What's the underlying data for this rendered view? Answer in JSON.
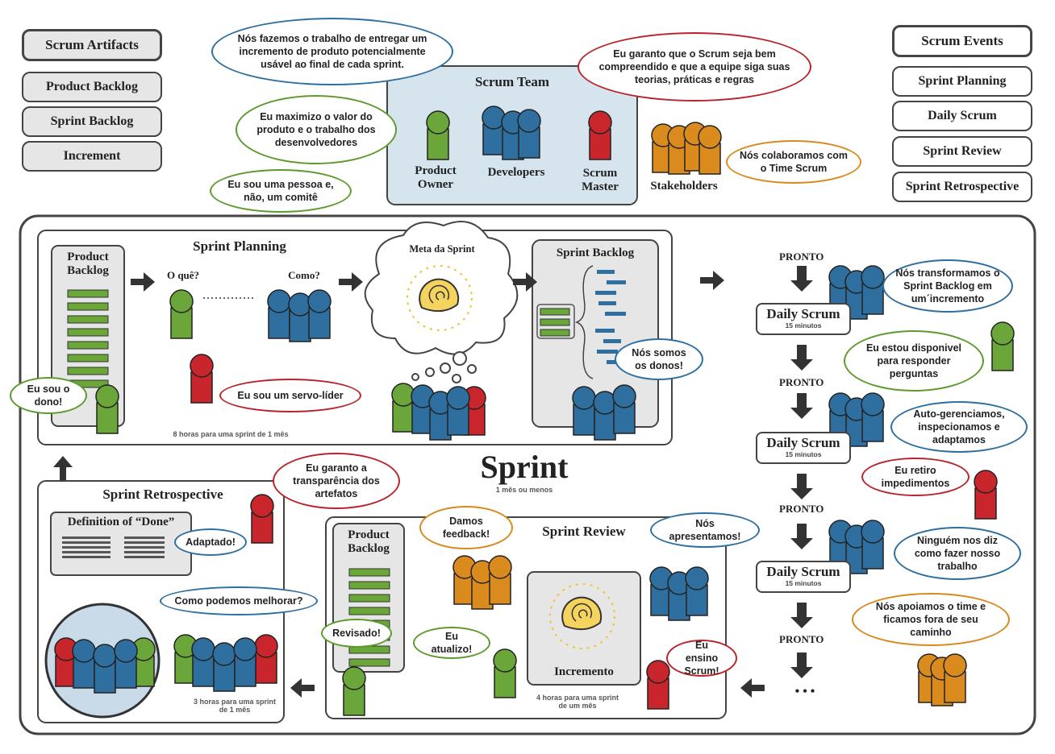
{
  "artifacts": {
    "title": "Scrum Artifacts",
    "items": [
      "Product Backlog",
      "Sprint Backlog",
      "Increment"
    ]
  },
  "events": {
    "title": "Scrum Events",
    "items": [
      "Sprint Planning",
      "Daily Scrum",
      "Sprint Review",
      "Sprint Retrospective"
    ]
  },
  "team": {
    "title": "Scrum Team",
    "product_owner": "Product Owner",
    "developers": "Developers",
    "scrum_master": "Scrum Master",
    "stakeholders": "Stakeholders"
  },
  "bubbles": {
    "developers_top": "Nós fazemos o trabalho de entregar um incremento de produto potencialmente usável ao final de cada sprint.",
    "sm_top": "Eu garanto que o Scrum seja bem compreendido e que a equipe siga suas teorias, práticas e regras",
    "po_value": "Eu maximizo o valor do produto e o trabalho dos desenvolvedores",
    "po_person": "Eu sou uma pessoa e, não, um comitê",
    "stakeholders": "Nós colaboramos com o Time Scrum",
    "owner": "Eu sou o dono!",
    "servant": "Eu sou um servo-líder",
    "owners": "Nós somos os donos!",
    "transform": "Nós transformamos o Sprint Backlog em um´incremento",
    "available": "Eu estou disponivel para responder perguntas",
    "self_manage": "Auto-gerenciamos, inspecionamos e adaptamos",
    "impediments": "Eu retiro impedimentos",
    "nobody": "Ninguém nos diz como fazer nosso trabalho",
    "support": "Nós apoiamos o time e ficamos fora de seu caminho",
    "transparency": "Eu garanto a transparência dos artefatos",
    "adapted": "Adaptado!",
    "improve": "Como podemos melhorar?",
    "feedback": "Damos feedback!",
    "present": "Nós apresentamos!",
    "reviewed": "Revisado!",
    "update": "Eu atualizo!",
    "teach": "Eu ensino Scrum!"
  },
  "planning": {
    "title": "Sprint Planning",
    "product_backlog": "Product Backlog",
    "what": "O quê?",
    "how": "Como?",
    "goal": "Meta da Sprint",
    "sprint_backlog": "Sprint Backlog",
    "duration": "8 horas para uma sprint de 1 mês"
  },
  "sprint": {
    "title": "Sprint",
    "subtitle": "1 mês ou menos"
  },
  "daily": {
    "pronto": "PRONTO",
    "title": "Daily Scrum",
    "minutes": "15 minutos",
    "ellipsis": "• • •"
  },
  "review": {
    "title": "Sprint Review",
    "product_backlog": "Product Backlog",
    "increment": "Incremento",
    "duration": "4 horas para uma sprint de um mês"
  },
  "retro": {
    "title": "Sprint Retrospective",
    "done_title": "Definition of “Done”",
    "duration": "3 horas para uma sprint de 1 mês"
  },
  "colors": {
    "blue": "#2f6f9f",
    "green": "#6aa63a",
    "red": "#c8262c",
    "orange": "#d98b1e",
    "team_bg": "#d6e4ee"
  }
}
